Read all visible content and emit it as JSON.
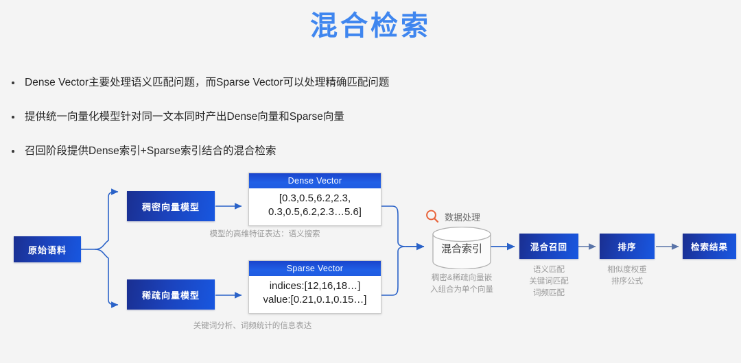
{
  "slide": {
    "title": "混合检索",
    "title_color": "#3f86ef",
    "background": "#f4f4f4"
  },
  "bullets": [
    "Dense Vector主要处理语义匹配问题，而Sparse Vector可以处理精确匹配问题",
    "提供统一向量化模型针对同一文本同时产出Dense向量和Sparse向量",
    "召回阶段提供Dense索引+Sparse索引结合的混合检索"
  ],
  "diagram": {
    "source_box": "原始语料",
    "dense_model_box": "稠密向量模型",
    "sparse_model_box": "稀疏向量模型",
    "dense_card": {
      "header": "Dense Vector",
      "line1": "[0.3,0.5,6.2,2.3,",
      "line2": "0.3,0.5,6.2,2.3…5.6]"
    },
    "sparse_card": {
      "header": "Sparse Vector",
      "line1": "indices:[12,16,18…]",
      "line2": "value:[0.21,0.1,0.15…]"
    },
    "dense_caption": "模型的高维特征表达：语义搜索",
    "sparse_caption": "关键词分析、词频统计的信息表达",
    "process_icon": "search-magnifier-icon",
    "process_icon_color": "#e8633a",
    "process_label": "数据处理",
    "index_cylinder": "混合索引",
    "index_caption_line1": "稠密&稀疏向量嵌",
    "index_caption_line2": "入组合为单个向量",
    "recall_box": "混合召回",
    "recall_caption_line1": "语义匹配",
    "recall_caption_line2": "关键词匹配",
    "recall_caption_line3": "词频匹配",
    "rank_box": "排序",
    "rank_caption_line1": "相似度权重",
    "rank_caption_line2": "排序公式",
    "result_box": "检索结果",
    "box_gradient_from": "#1a2f91",
    "box_gradient_to": "#1857e0",
    "arrow_color": "#2a62c8"
  }
}
